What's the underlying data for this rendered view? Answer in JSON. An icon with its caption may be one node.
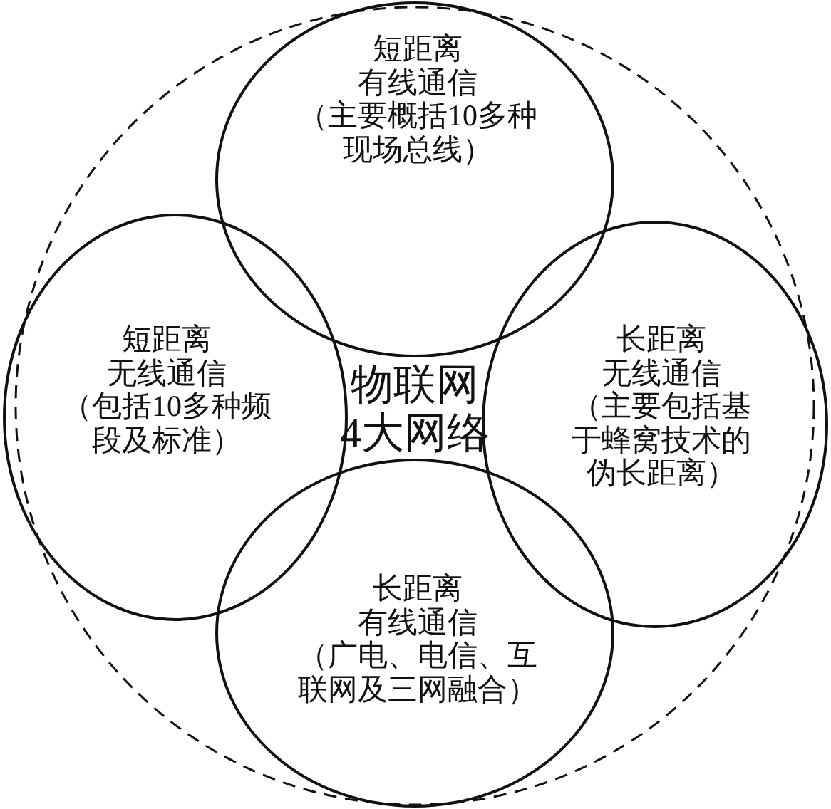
{
  "diagram": {
    "nodes": [
      {
        "text": [
          "物联网",
          "4大网络"
        ]
      },
      {
        "text": [
          "短距离",
          "有线通信",
          "（主要概括10多种现场总线）"
        ],
        "in": 0
      },
      {
        "text": [
          "短距离",
          "无线通信",
          "（包括10多种频段及标准）"
        ],
        "in": 0
      },
      {
        "text": [
          "长距离",
          "无线通信",
          "（主要包括基于蜂窝技术的伪长距离）"
        ],
        "in": 0
      },
      {
        "text": [
          "长距离",
          "有线通信",
          "（广电、电信、互联网及三网融合）"
        ],
        "in": 0
      }
    ]
  }
}
